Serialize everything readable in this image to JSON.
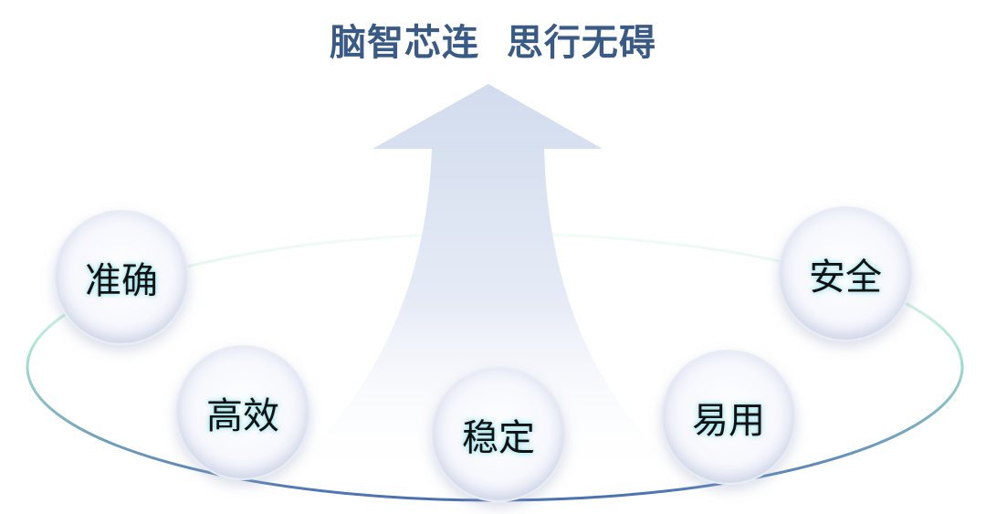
{
  "title": "脑智芯连  思行无碍",
  "bubbles": {
    "accurate": "准确",
    "efficient": "高效",
    "stable": "稳定",
    "easy": "易用",
    "secure": "安全"
  },
  "colors": {
    "title": "#3a5a86",
    "ring_top": "#c8f0d8",
    "ring_bottom": "#4a70b0",
    "arrow": "#dbe3f1"
  }
}
